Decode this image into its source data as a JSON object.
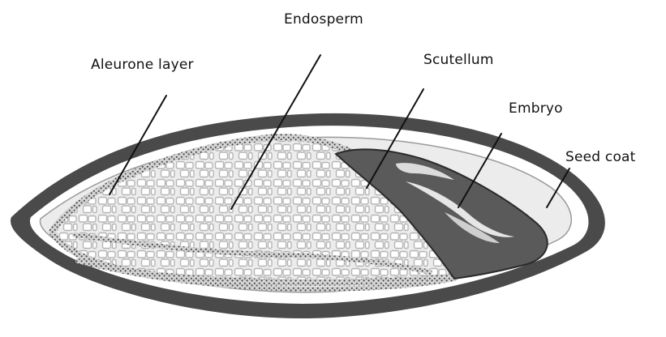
{
  "labels": {
    "aleurone": "Aleurone layer",
    "endosperm": "Endosperm",
    "scutellum": "Scutellum",
    "embryo": "Embryo",
    "seed_coat": "Seed coat"
  },
  "colors": {
    "seed_coat": "#4a4a4a",
    "embryo": "#5a5a5a",
    "endosperm_fill": "#f2f2f2",
    "cell_outline": "#b5b5b5",
    "aleurone": "#6b6b6b",
    "leader_line": "#111111"
  }
}
